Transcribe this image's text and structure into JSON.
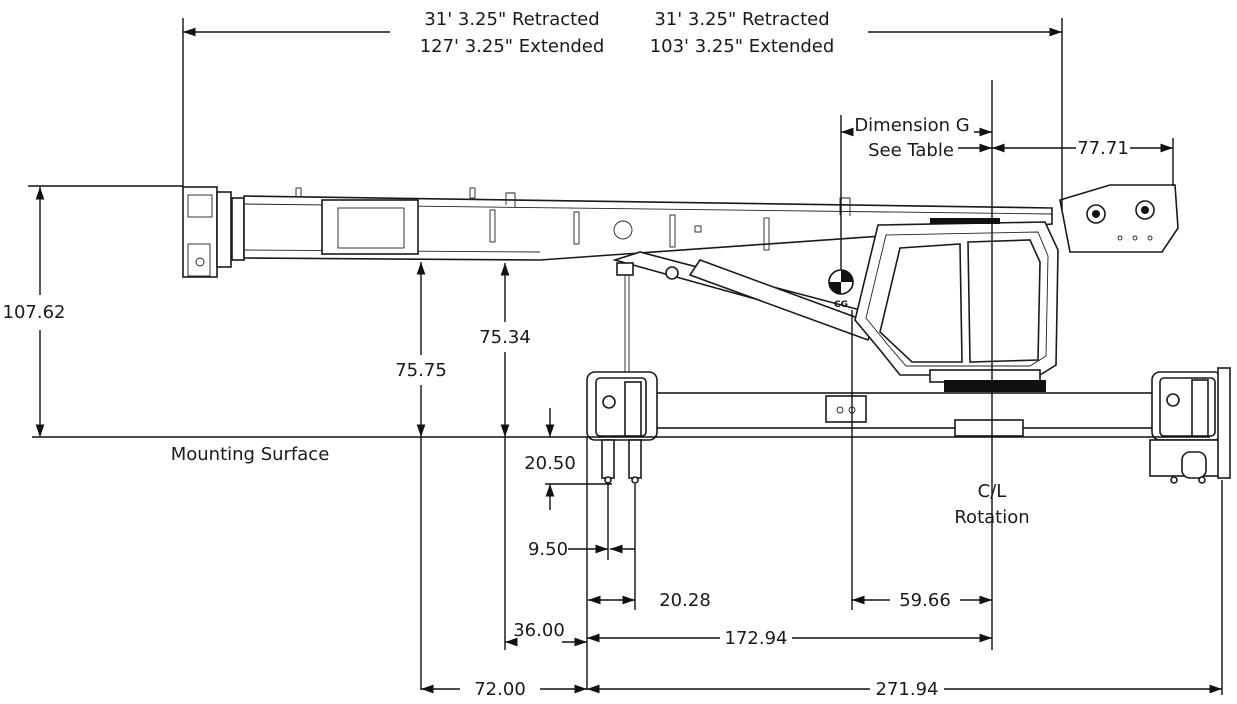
{
  "labels": {
    "boom_left_retracted": "31' 3.25\" Retracted",
    "boom_left_extended": "127' 3.25\" Extended",
    "boom_right_retracted": "31' 3.25\" Retracted",
    "boom_right_extended": "103' 3.25\" Extended",
    "dim_g_line1": "Dimension G",
    "dim_g_line2": "See Table",
    "d_77_71": "77.71",
    "d_107_62": "107.62",
    "d_75_34": "75.34",
    "d_75_75": "75.75",
    "mounting_surface": "Mounting Surface",
    "d_20_50": "20.50",
    "d_9_50": "9.50",
    "d_20_28": "20.28",
    "d_59_66": "59.66",
    "d_36_00": "36.00",
    "d_172_94": "172.94",
    "d_72_00": "72.00",
    "d_271_94": "271.94",
    "cl_line1": "C/L",
    "cl_line2": "Rotation",
    "cg_marker": "CG"
  }
}
